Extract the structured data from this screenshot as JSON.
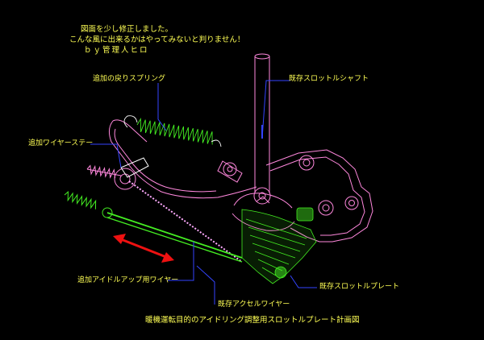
{
  "notes": {
    "line1": "図面を少し修正しました。",
    "line2": "こんな風に出来るかはやってみないと判りません！",
    "line3": "ｂｙ管理人ヒロ"
  },
  "labels": {
    "return_spring": "追加の戻りスプリング",
    "wire_stay": "追加ワイヤーステー",
    "idle_up_wire": "追加アイドルアップ用ワイヤー",
    "accel_wire": "既存アクセルワイヤー",
    "throttle_shaft": "既存スロットルシャフト",
    "throttle_plate": "既存スロットルプレート"
  },
  "caption": "暖機運転目的のアイドリング調整用スロットルプレート計画図",
  "colors": {
    "background": "#000000",
    "text": "#ffff55",
    "existing_parts": "#ff88dd",
    "added_parts": "#44ee22",
    "leader_line": "#3344ff",
    "arrow": "#ee1111",
    "accel_wire": "#ffaaff"
  }
}
